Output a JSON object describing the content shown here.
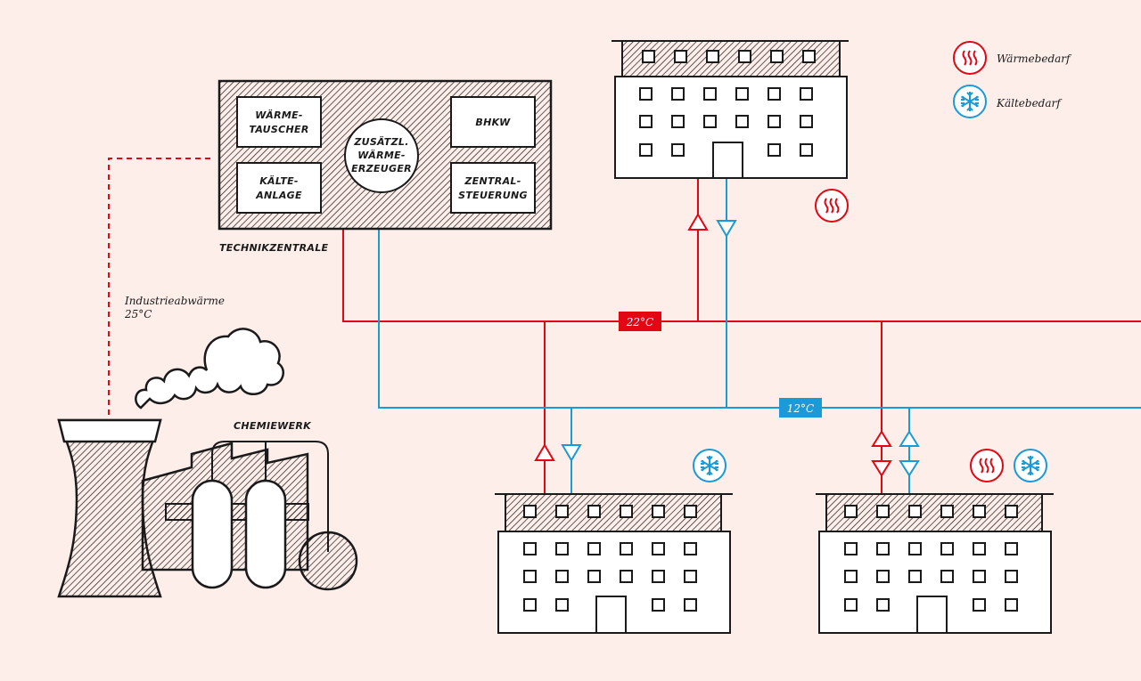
{
  "legend": {
    "heat_label": "Wärmebedarf",
    "cold_label": "Kältebedarf",
    "heat_icon": "heat-wave-icon",
    "cold_icon": "snowflake-icon"
  },
  "technikzentrale": {
    "title": "TECHNIKZENTRALE",
    "box1": [
      "WÄRME-",
      "TAUSCHER"
    ],
    "box2": [
      "KÄLTE-",
      "ANLAGE"
    ],
    "circle": [
      "ZUSÄTZL.",
      "WÄRME-",
      "ERZEUGER"
    ],
    "box3": [
      "BHKW"
    ],
    "box4": [
      "ZENTRAL-",
      "STEUERUNG"
    ]
  },
  "industrie": {
    "label_line1": "Industrieabwärme",
    "label_line2": "25°C",
    "plant_label": "CHEMIEWERK"
  },
  "pipes": {
    "warm_temp": "22°C",
    "cold_temp": "12°C",
    "warm_color": "#e30613",
    "cold_color": "#1a9ad6"
  },
  "colors": {
    "background": "#fdeeea",
    "line": "#1a1a1a"
  }
}
